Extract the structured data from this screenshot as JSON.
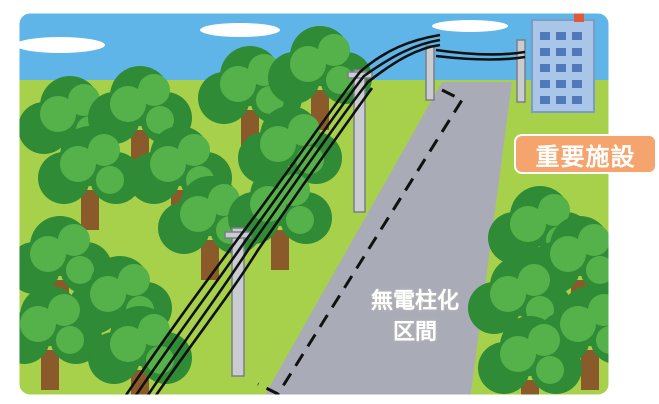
{
  "labels": {
    "important_facility": "重要施設",
    "undergrounding_section_line1": "無電柱化",
    "undergrounding_section_line2": "区間"
  },
  "icons": [
    "cloud-icon",
    "tree-icon",
    "utility-pole-icon",
    "power-line-icon",
    "building-icon",
    "road-icon"
  ],
  "colors": {
    "sky": "#5fb5e8",
    "grass": "#a7d14a",
    "tree_dark": "#2f8b35",
    "tree_light": "#55b24a",
    "trunk": "#8a5a2b",
    "road": "#a9acb6",
    "badge": "#f4a46c",
    "building": "#a9c6e8"
  }
}
